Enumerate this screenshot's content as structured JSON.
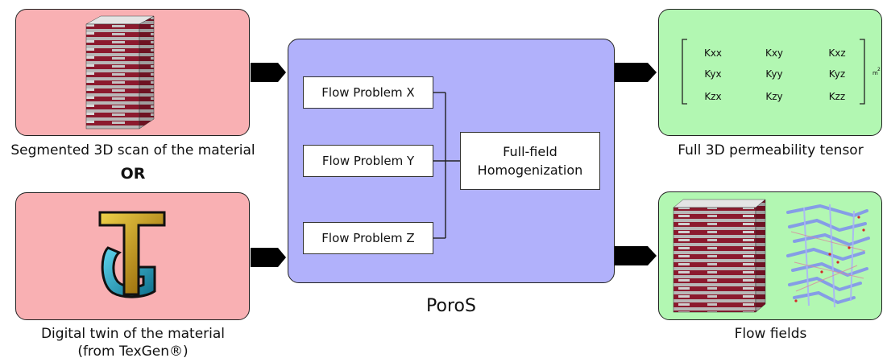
{
  "inputs": {
    "scan_caption": "Segmented 3D scan of the material",
    "or_label": "OR",
    "twin_caption_line1": "Digital twin of the material",
    "twin_caption_line2": "(from TexGen®)"
  },
  "poros": {
    "title": "PoroS",
    "flow_x": "Flow Problem X",
    "flow_y": "Flow Problem Y",
    "flow_z": "Flow Problem Z",
    "homog_line1": "Full-field",
    "homog_line2": "Homogenization"
  },
  "outputs": {
    "tensor_caption": "Full 3D permeability tensor",
    "flow_caption": "Flow fields",
    "tensor": [
      [
        "Kxx",
        "Kxy",
        "Kxz"
      ],
      [
        "Kyx",
        "Kyy",
        "Kyz"
      ],
      [
        "Kzx",
        "Kzy",
        "Kzz"
      ]
    ],
    "unit_base": "m",
    "unit_exp": "2"
  },
  "colors": {
    "input_panel": "#f9b0b3",
    "output_panel": "#b2f7b2",
    "poros_panel": "#b1b1fb",
    "fibre_red": "#a01c34",
    "fibre_grey": "#b9b9b9"
  },
  "icons": {
    "scan": "layered-fibre-block",
    "twin": "texgen-logo",
    "flow": "streamline-network"
  }
}
